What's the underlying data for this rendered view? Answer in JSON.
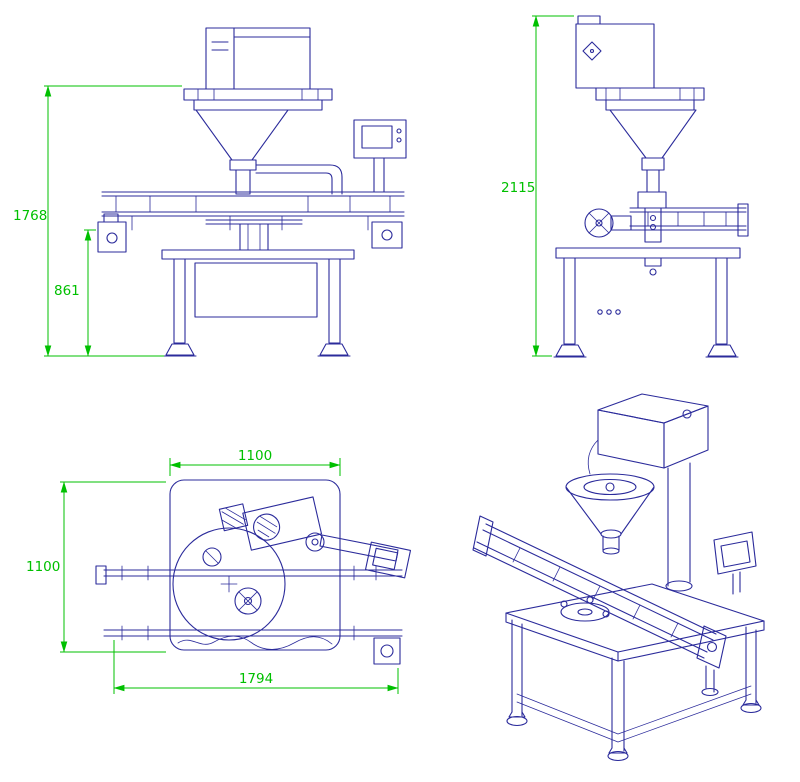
{
  "colors": {
    "ink": "#2b2b9b",
    "dim": "#00c000",
    "bg": "#ffffff"
  },
  "dimensions": {
    "front_overall_height": "1768",
    "front_working_height": "861",
    "side_overall_height": "2115",
    "top_width": "1100",
    "top_depth": "1100",
    "top_overall_length": "1794"
  }
}
